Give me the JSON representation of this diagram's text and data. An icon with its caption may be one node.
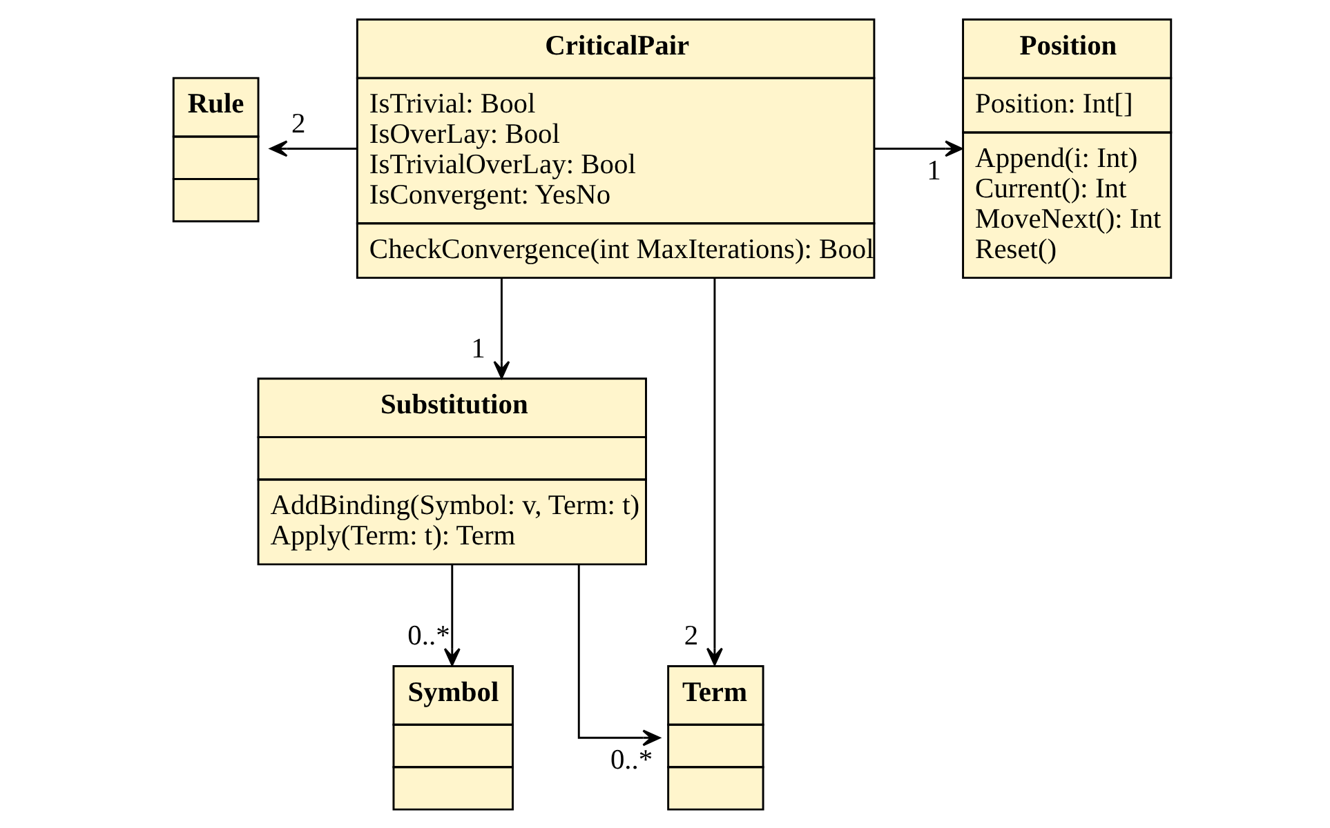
{
  "diagram": {
    "nodes": [
      {
        "text": [
          "Rule"
        ]
      },
      {
        "text": [
          "CriticalPair",
          "IsTrivial: Bool",
          "IsOverLay: Bool",
          "IsTrivialOverLay: Bool",
          "IsConvergent: YesNo",
          "CheckConvergence(int MaxIterations): Bool"
        ]
      },
      {
        "text": [
          "Position",
          "Position: Int[]",
          "Append(i: Int)",
          "Current(): Int",
          "MoveNext(): Int",
          "Reset()"
        ]
      },
      {
        "text": [
          "Substitution",
          "AddBinding(Symbol: v, Term: t)",
          "Apply(Term: t): Term"
        ]
      },
      {
        "text": [
          "Symbol"
        ]
      },
      {
        "text": [
          "Term"
        ]
      }
    ],
    "edges": [
      {
        "from": 1,
        "to": 0,
        "arrow": "to",
        "label": "2"
      },
      {
        "from": 1,
        "to": 2,
        "arrow": "to",
        "label": "1"
      },
      {
        "from": 1,
        "to": 3,
        "arrow": "to",
        "label": "1"
      },
      {
        "from": 1,
        "to": 5,
        "arrow": "to",
        "label": "2"
      },
      {
        "from": 3,
        "to": 4,
        "arrow": "to",
        "label": "0..*"
      },
      {
        "from": 3,
        "to": 5,
        "arrow": "to",
        "label": "0..*"
      }
    ]
  }
}
